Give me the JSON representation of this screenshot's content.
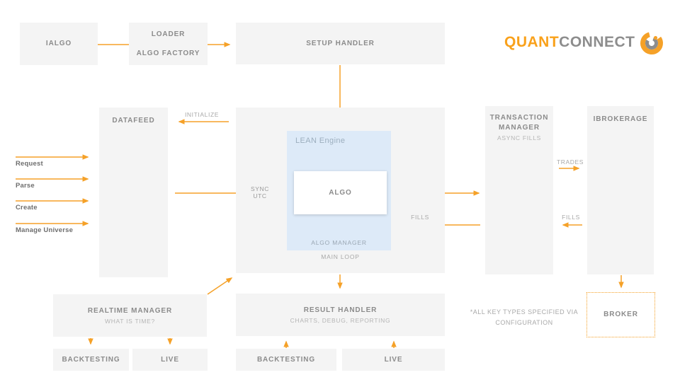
{
  "colors": {
    "accent_orange": "#F5A128",
    "box_gray": "#f4f4f4",
    "lean_blue": "#ddeaf8",
    "title_gray": "#8b8b8b",
    "subtitle_gray": "#b5b5b5"
  },
  "logo": {
    "part1": "QUANT",
    "part2": "CONNECT"
  },
  "nodes": {
    "ialgo": {
      "label": "IALGO"
    },
    "loader": {
      "label": "LOADER",
      "sublabel": "ALGO FACTORY"
    },
    "setup_handler": {
      "label": "SETUP HANDLER"
    },
    "datafeed": {
      "label": "DATAFEED"
    },
    "lean_engine": {
      "label": "LEAN Engine"
    },
    "algo": {
      "label": "ALGO"
    },
    "algo_manager": {
      "label": "ALGO MANAGER"
    },
    "main_loop": {
      "label": "MAIN LOOP"
    },
    "transaction_manager": {
      "line1": "TRANSACTION",
      "line2": "MANAGER",
      "sublabel": "ASYNC FILLS"
    },
    "ibrokerage": {
      "label": "IBROKERAGE"
    },
    "broker": {
      "label": "BROKER"
    },
    "realtime_manager": {
      "label": "REALTIME MANAGER",
      "sublabel": "WHAT IS TIME?"
    },
    "result_handler": {
      "label": "RESULT HANDLER",
      "sublabel": "CHARTS, DEBUG, REPORTING"
    },
    "backtesting_left": {
      "label": "BACKTESTING"
    },
    "live_left": {
      "label": "LIVE"
    },
    "backtesting_center": {
      "label": "BACKTESTING"
    },
    "live_center": {
      "label": "LIVE"
    }
  },
  "edge_labels": {
    "initialize": "INITIALIZE",
    "sync_utc": "SYNC UTC",
    "fills_center": "FILLS",
    "trades": "TRADES",
    "fills_right": "FILLS"
  },
  "flow_labels": [
    "Request",
    "Parse",
    "Create",
    "Manage Universe"
  ],
  "note": {
    "line1": "*ALL KEY TYPES SPECIFIED VIA",
    "line2": "CONFIGURATION"
  }
}
